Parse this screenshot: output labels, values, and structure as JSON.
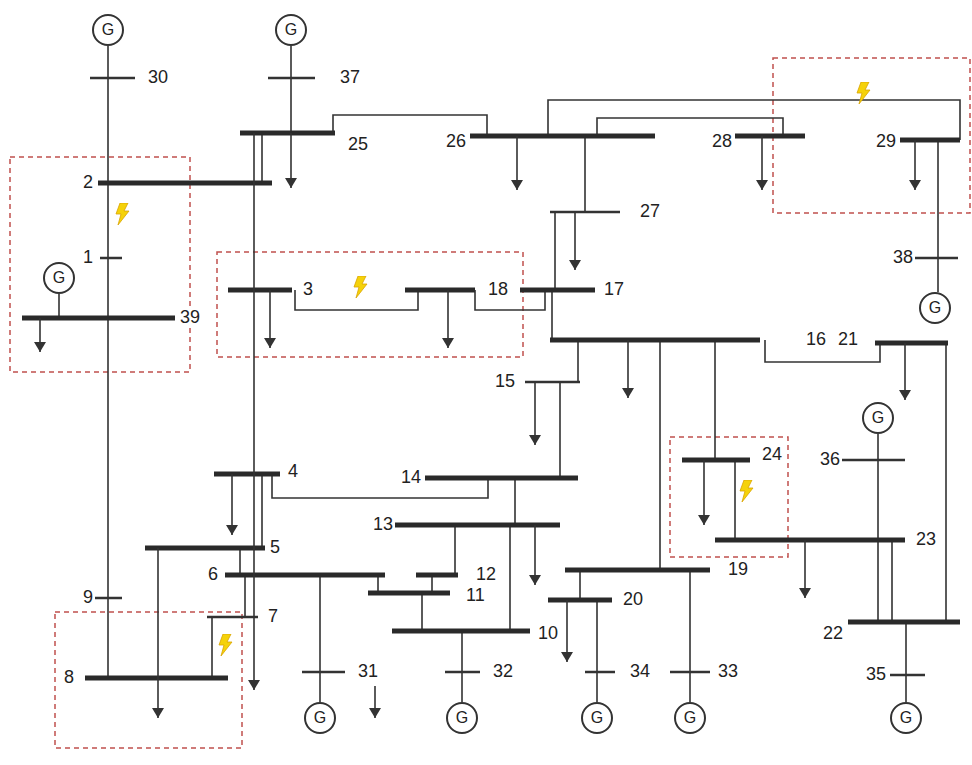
{
  "diagram": {
    "nodes": [
      {
        "text": [
          "G"
        ]
      },
      {
        "text": [
          "G"
        ]
      },
      {
        "text": [
          "G"
        ]
      },
      {
        "text": [
          "G"
        ]
      },
      {
        "text": [
          "G"
        ]
      },
      {
        "text": [
          "G"
        ]
      },
      {
        "text": [
          "G"
        ]
      },
      {
        "text": [
          "G"
        ]
      },
      {
        "text": [
          "G"
        ]
      },
      {
        "text": [
          "G"
        ]
      }
    ],
    "labels": [
      "30",
      "37",
      "25",
      "26",
      "28",
      "29",
      "2",
      "27",
      "1",
      "38",
      "3",
      "18",
      "17",
      "39",
      "16",
      "21",
      "15",
      "36",
      "24",
      "4",
      "14",
      "13",
      "23",
      "5",
      "6",
      "12",
      "19",
      "11",
      "9",
      "20",
      "7",
      "10",
      "22",
      "8",
      "31",
      "32",
      "34",
      "33",
      "35"
    ]
  }
}
